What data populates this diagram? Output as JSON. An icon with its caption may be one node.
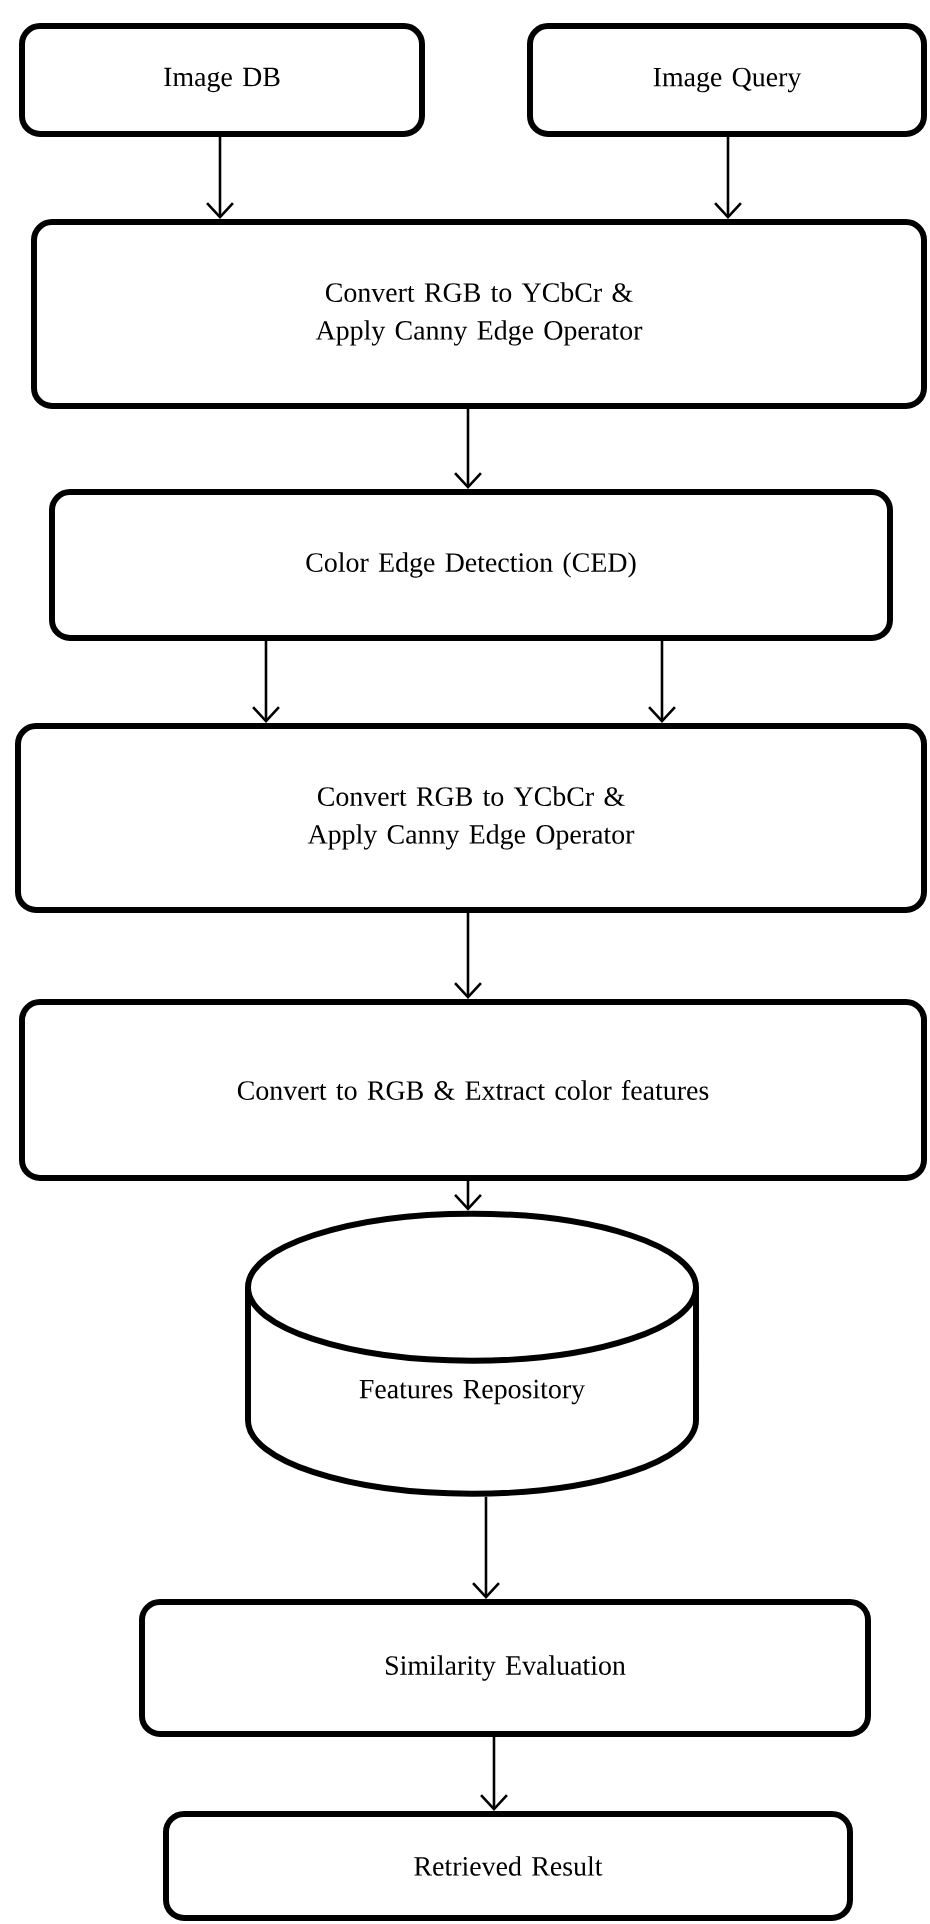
{
  "diagram": {
    "nodes": [
      {
        "text": [
          "Image DB"
        ]
      },
      {
        "text": [
          "Image Query"
        ]
      },
      {
        "text": [
          "Convert RGB to YCbCr & Apply Canny Edge Operator"
        ]
      },
      {
        "text": [
          "Color Edge Detection (CED)"
        ]
      },
      {
        "text": [
          "Convert RGB to YCbCr & Apply Canny Edge Operator"
        ]
      },
      {
        "text": [
          "Convert to RGB & Extract color features"
        ]
      },
      {
        "text": [
          "Features Repository"
        ]
      },
      {
        "text": [
          "Similarity Evaluation"
        ]
      },
      {
        "text": [
          "Retrieved Result"
        ]
      }
    ],
    "edges": [
      {
        "from": 0,
        "to": 2,
        "arrow": "to"
      },
      {
        "from": 1,
        "to": 2,
        "arrow": "to"
      },
      {
        "from": 2,
        "to": 3,
        "arrow": "to"
      },
      {
        "from": 3,
        "to": 4,
        "arrow": "to"
      },
      {
        "from": 3,
        "to": 4,
        "arrow": "to"
      },
      {
        "from": 4,
        "to": 5,
        "arrow": "to"
      },
      {
        "from": 5,
        "to": 6,
        "arrow": "to"
      },
      {
        "from": 6,
        "to": 7,
        "arrow": "to"
      },
      {
        "from": 7,
        "to": 8,
        "arrow": "to"
      }
    ]
  }
}
